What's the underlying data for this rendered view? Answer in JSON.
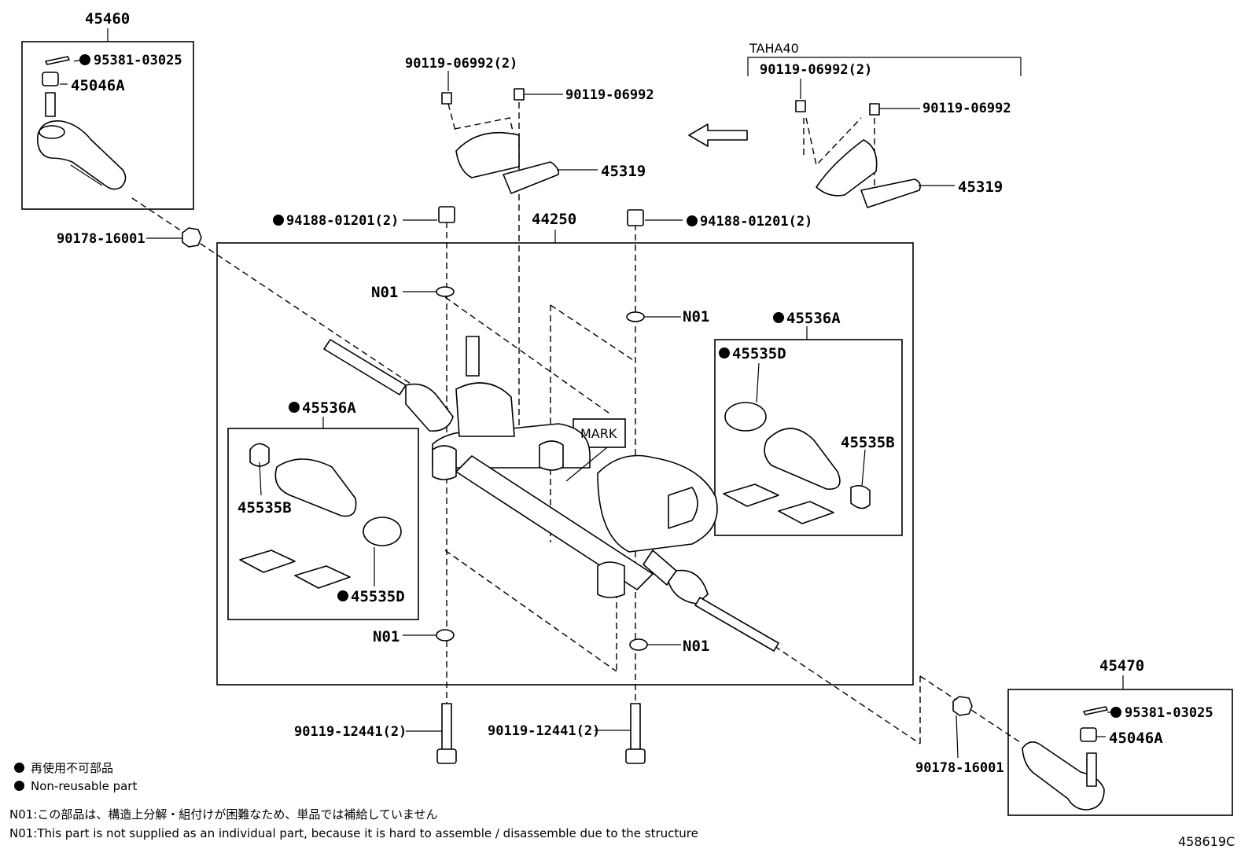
{
  "labels": {
    "tie_end_left_assy": "45460",
    "cotter_pin_left": "95381-03025",
    "nut_left": "45046A",
    "nut_90178_left": "90178-16001",
    "bolt_top_1": "90119-06992(2)",
    "bolt_top_2": "90119-06992",
    "insulator_top": "45319",
    "taha_variant": "TAHA40",
    "bolt_taha_1": "90119-06992(2)",
    "bolt_taha_2": "90119-06992",
    "insulator_taha": "45319",
    "gear_assy": "44250",
    "bolt_94188_left": "94188-01201(2)",
    "bolt_94188_right": "94188-01201(2)",
    "n01_top_left": "N01",
    "n01_top_right": "N01",
    "n01_bottom_left": "N01",
    "n01_bottom_right": "N01",
    "boot_kit_right": "45536A",
    "clamp_right_d": "45535D",
    "clip_right_b": "45535B",
    "boot_kit_left": "45536A",
    "clip_left_b": "45535B",
    "clamp_left_d": "45535D",
    "mark": "MARK",
    "bolt_bottom_left": "90119-12441(2)",
    "bolt_bottom_right": "90119-12441(2)",
    "tie_end_right_assy": "45470",
    "cotter_pin_right": "95381-03025",
    "nut_right": "45046A",
    "nut_90178_right": "90178-16001"
  },
  "legend": {
    "jp": "再使用不可部品",
    "en": "Non-reusable part"
  },
  "notes": {
    "jp": "N01:この部品は、構造上分解・組付けが困難なため、単品では補給していません",
    "en": "N01:This part is not supplied as an individual part, because it is hard to assemble / disassemble due to the structure"
  },
  "diagram_id": "458619C"
}
